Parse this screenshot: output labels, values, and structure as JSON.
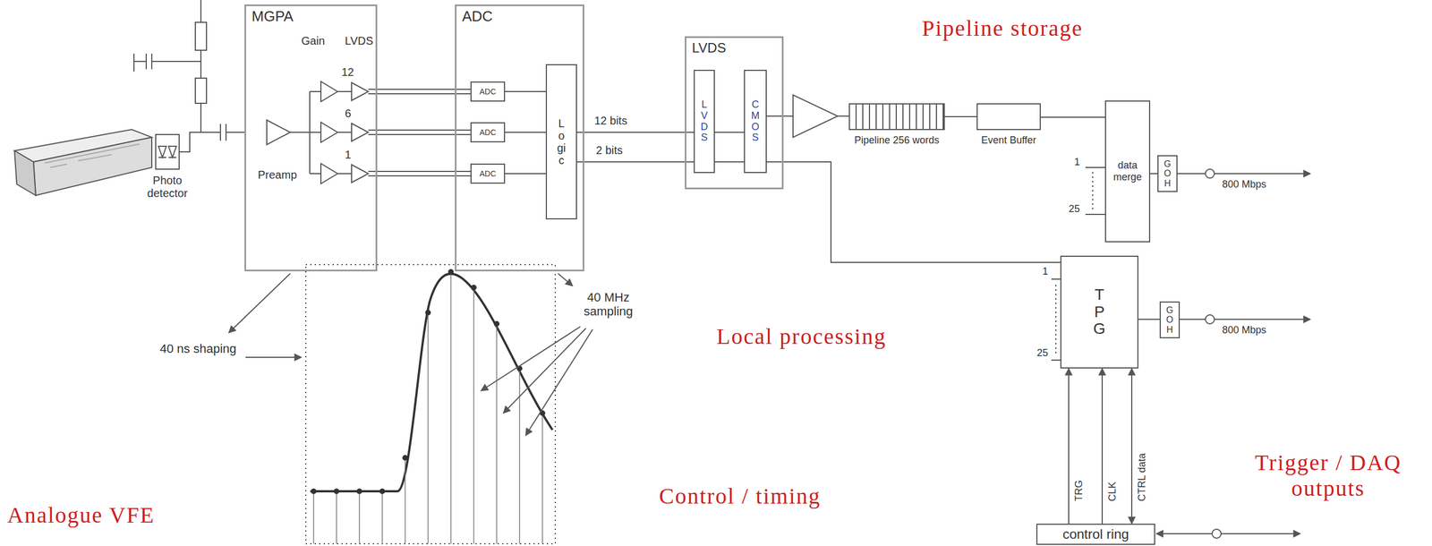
{
  "diagram": {
    "nodes": [
      {
        "text": [
          "Photo detector"
        ]
      },
      {
        "text": [
          "MGPA"
        ]
      },
      {
        "text": [
          "ADC"
        ]
      },
      {
        "text": [
          "ADC"
        ],
        "in": 2
      },
      {
        "text": [
          "ADC"
        ],
        "in": 2
      },
      {
        "text": [
          "ADC"
        ],
        "in": 2
      },
      {
        "text": [
          "Logic"
        ],
        "in": 2
      },
      {
        "text": [
          "LVDS"
        ]
      },
      {
        "text": [
          "LVDS"
        ],
        "in": 7
      },
      {
        "text": [
          "CMOS"
        ],
        "in": 7
      },
      {
        "text": [
          "Pipeline 256 words"
        ]
      },
      {
        "text": [
          "Event Buffer"
        ]
      },
      {
        "text": [
          "data merge"
        ]
      },
      {
        "text": [
          "GOH"
        ]
      },
      {
        "text": [
          "TPG"
        ]
      },
      {
        "text": [
          "GOH"
        ]
      },
      {
        "text": [
          "control ring"
        ]
      }
    ],
    "edges": [
      {
        "from": 0,
        "to": 1,
        "arrow": "none"
      },
      {
        "from": 3,
        "to": 6,
        "arrow": "none"
      },
      {
        "from": 4,
        "to": 6,
        "arrow": "none"
      },
      {
        "from": 5,
        "to": 6,
        "arrow": "none"
      },
      {
        "from": 6,
        "to": 8,
        "arrow": "none"
      },
      {
        "from": 8,
        "to": 9,
        "arrow": "none"
      },
      {
        "from": 9,
        "to": 10,
        "arrow": "to"
      },
      {
        "from": 10,
        "to": 11,
        "arrow": "none"
      },
      {
        "from": 11,
        "to": 12,
        "arrow": "none"
      },
      {
        "from": 12,
        "to": 13,
        "arrow": "none"
      },
      {
        "from": 9,
        "to": 14,
        "arrow": "none"
      },
      {
        "from": 14,
        "to": 15,
        "arrow": "none"
      },
      {
        "from": 16,
        "to": 14,
        "label": "TRG",
        "arrow": "to"
      },
      {
        "from": 16,
        "to": 14,
        "label": "CLK",
        "arrow": "to"
      },
      {
        "from": 16,
        "to": 14,
        "label": "CTRL data",
        "arrow": "both"
      }
    ],
    "labels": [
      "Pipeline storage",
      "Gain",
      "12",
      "6",
      "1",
      "LVDS",
      "Preamp",
      "12 bits",
      "2 bits",
      "1",
      "25",
      "800 Mbps",
      "40 ns shaping",
      "40 MHz sampling",
      "Local processing",
      "1",
      "25",
      "800 Mbps",
      "Trigger / DAQ outputs",
      "Analogue VFE",
      "Control / timing"
    ]
  }
}
